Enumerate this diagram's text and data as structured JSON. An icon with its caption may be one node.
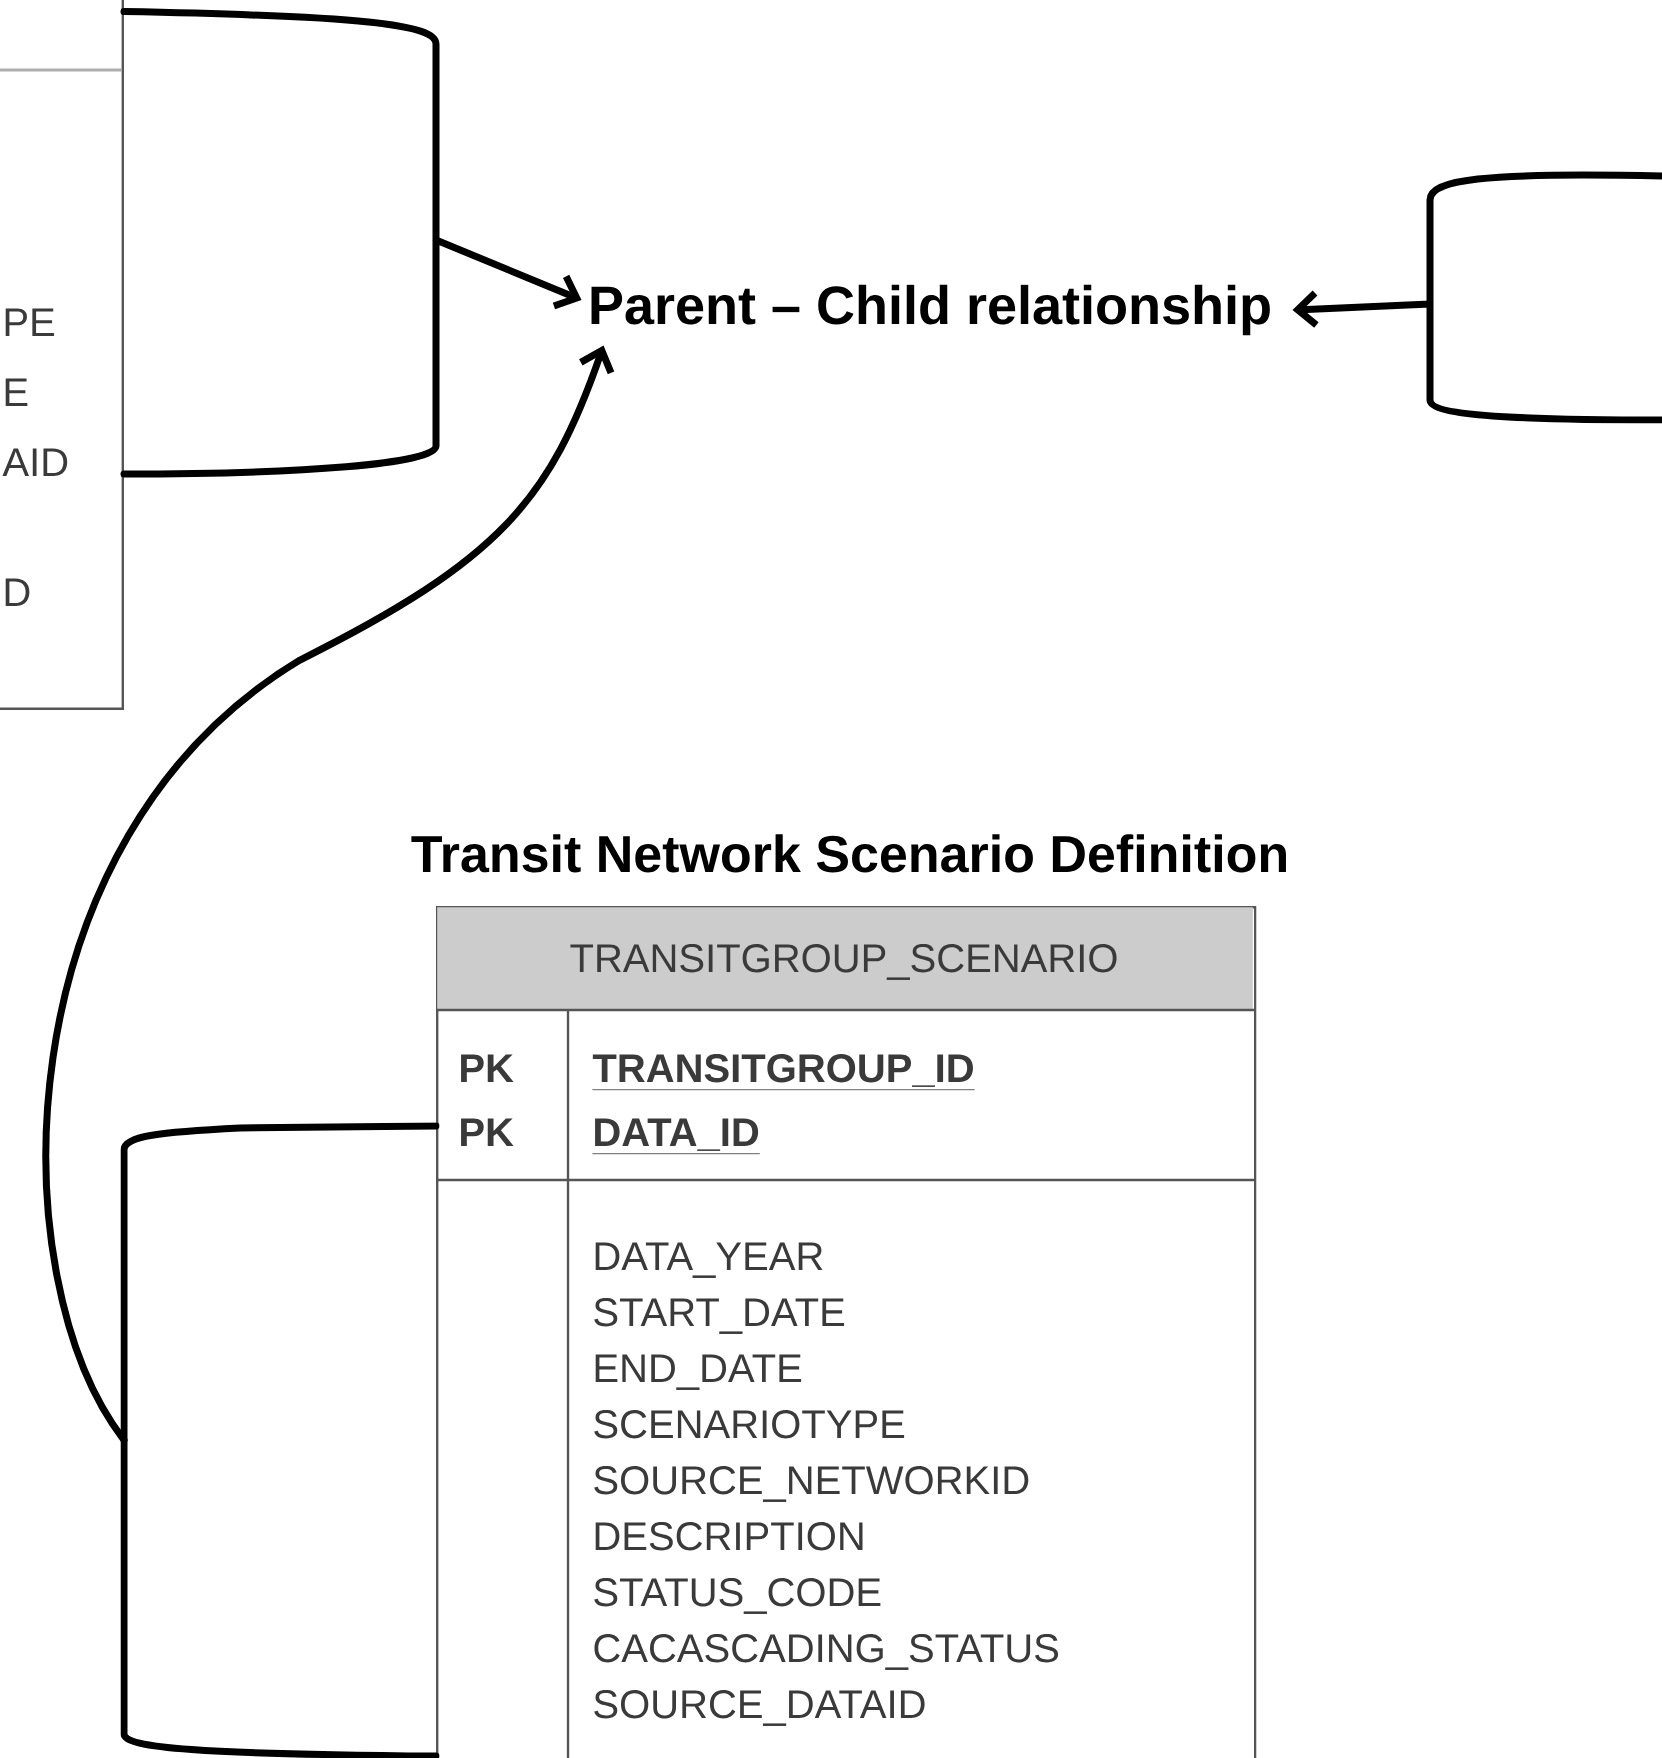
{
  "diagram": {
    "nodes": [
      {
        "text": [
          "PE",
          "E",
          "AID",
          "D"
        ]
      },
      {
        "text": [
          "Parent – Child relationship"
        ]
      },
      {
        "text": [
          "Transit Network Scenario Definition",
          "TRANSITGROUP_SCENARIO",
          "PK",
          "PK",
          "TRANSITGROUP_ID",
          "DATA_ID",
          "DATA_YEAR",
          "START_DATE",
          "END_DATE",
          "SCENARIOTYPE",
          "SOURCE_NETWORKID",
          "DESCRIPTION",
          "STATUS_CODE",
          "CACASCADING_STATUS",
          "SOURCE_DATAID"
        ]
      }
    ],
    "edges": [
      {
        "from": 0,
        "to": 1,
        "arrow": "to"
      },
      {
        "from": null,
        "to": 1,
        "arrow": "to"
      },
      {
        "from": 2,
        "to": 1,
        "arrow": "to"
      }
    ]
  }
}
